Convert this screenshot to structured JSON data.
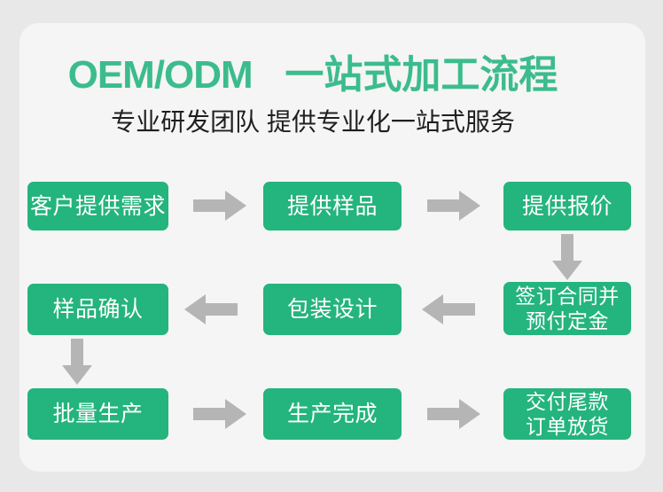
{
  "header": {
    "title_latin": "OEM/ODM",
    "title_cn": "一站式加工流程",
    "subtitle": "专业研发团队 提供专业化一站式服务"
  },
  "colors": {
    "brand_green": "#24b47e",
    "title_green": "#3cbc8d",
    "arrow_gray": "#b5b5b5",
    "card_bg": "#f5f5f5",
    "page_bg": "#e8e8e8"
  },
  "flow": {
    "rows": [
      {
        "direction": "right",
        "steps": [
          {
            "label": "客户提供需求"
          },
          {
            "label": "提供样品"
          },
          {
            "label": "提供报价"
          }
        ]
      },
      {
        "direction": "left",
        "steps": [
          {
            "label": "样品确认"
          },
          {
            "label": "包装设计"
          },
          {
            "line1": "签订合同并",
            "line2": "预付定金"
          }
        ]
      },
      {
        "direction": "right",
        "steps": [
          {
            "label": "批量生产"
          },
          {
            "label": "生产完成"
          },
          {
            "line1": "交付尾款",
            "line2": "订单放货"
          }
        ]
      }
    ],
    "connectors": [
      {
        "name": "down-arrow-right-column",
        "direction": "down"
      },
      {
        "name": "down-arrow-left-column",
        "direction": "down"
      }
    ]
  }
}
